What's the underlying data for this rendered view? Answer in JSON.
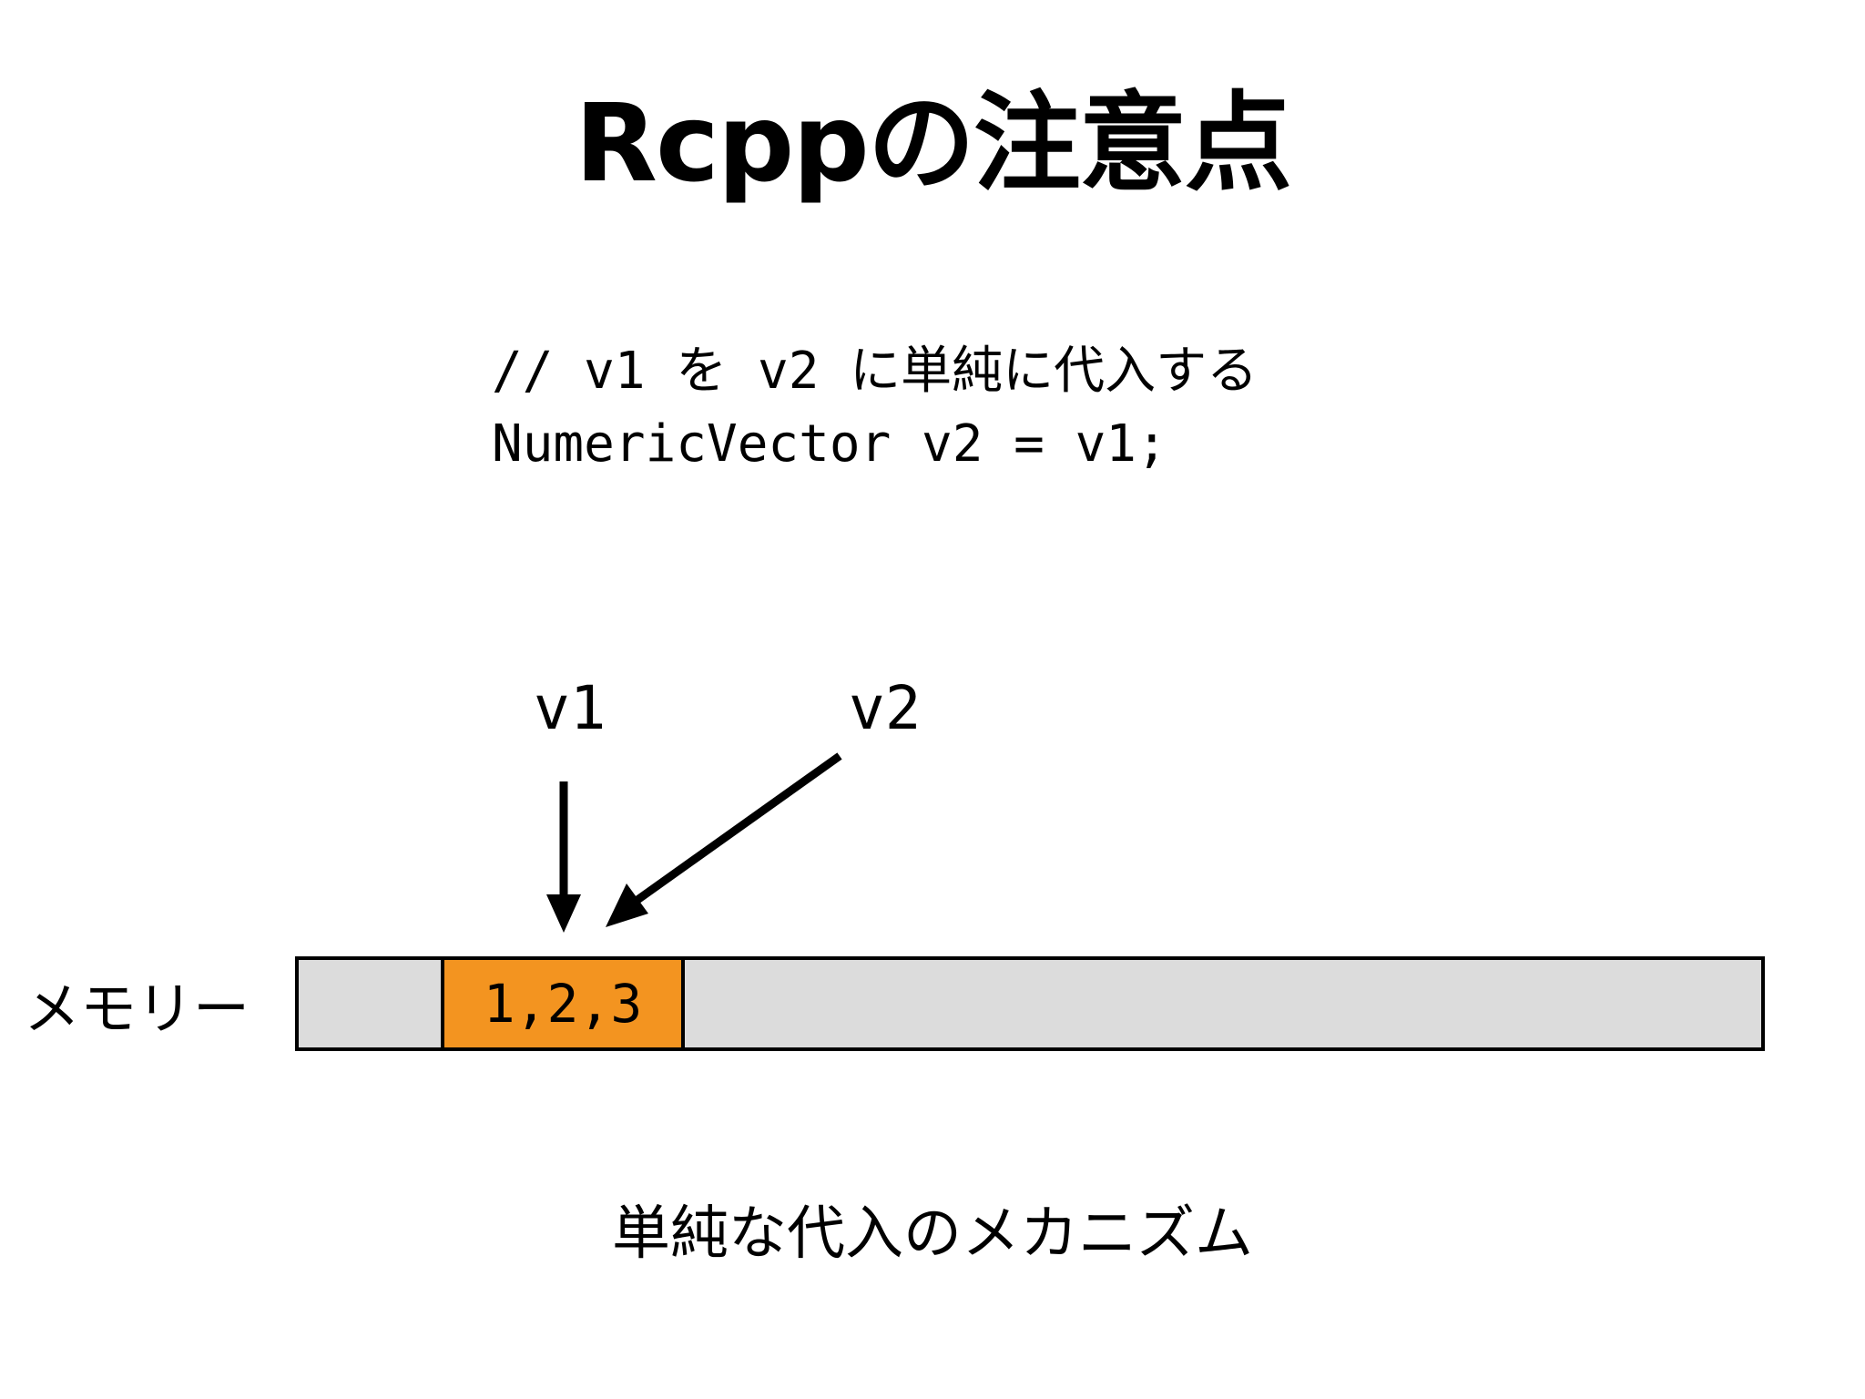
{
  "title": "Rcppの注意点",
  "code": {
    "comment": "// v1 を v2 に単純に代入する",
    "statement": "NumericVector v2 = v1;"
  },
  "diagram": {
    "v1_label": "v1",
    "v2_label": "v2",
    "memory_label": "メモリー",
    "cell_value": "1,2,3",
    "colors": {
      "cell_fill": "#f39420",
      "bar_fill": "#dcdcdc",
      "stroke": "#000000"
    }
  },
  "caption": "単純な代入のメカニズム"
}
